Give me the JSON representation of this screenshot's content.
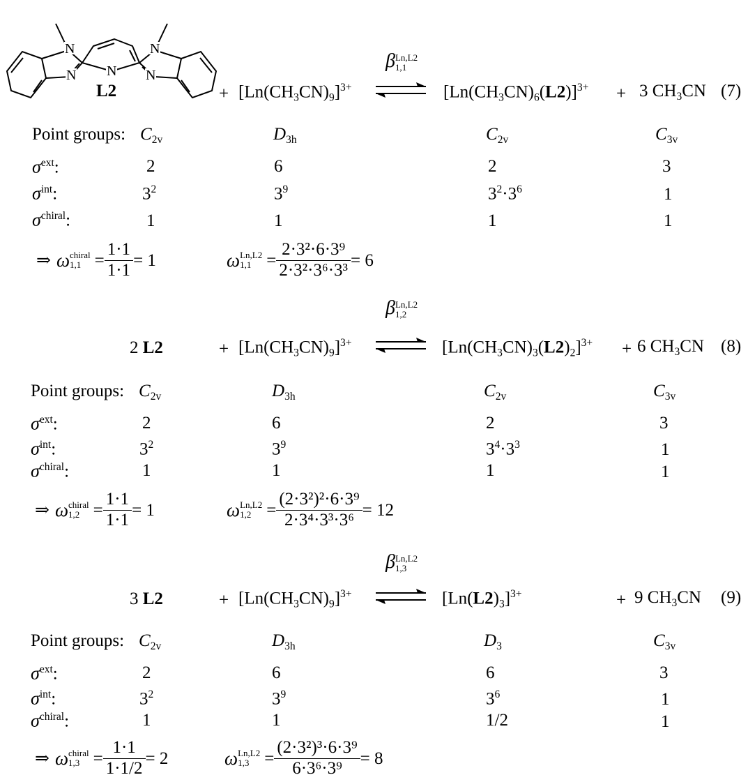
{
  "structure": {
    "ligand_label": "L2",
    "atom_n": "N",
    "methyl_mark": "",
    "atom_n_left_upper": "N",
    "atom_n_left_lower": "N",
    "atom_n_right_upper": "N",
    "atom_n_right_lower": "N"
  },
  "eq7": {
    "plus1": "+",
    "reagent": "[Ln(CH",
    "reagent_sub3": "3",
    "reagent_mid": "CN)",
    "reagent_sub9": "9",
    "reagent_close": "]",
    "reagent_charge": "3+",
    "beta_symbol": "β",
    "beta_sup": "Ln,L2",
    "beta_sub": "1,1",
    "product_a": "[Ln(CH",
    "product_sub3": "3",
    "product_b": "CN)",
    "product_sub6": "6",
    "product_c": "(",
    "product_ligand": "L2",
    "product_d": ")]",
    "product_charge": "3+",
    "plus2": "+",
    "byproduct_coef": "3 CH",
    "byproduct_sub": "3",
    "byproduct_end": "CN",
    "number": "(7)",
    "point_groups_label": "Point groups:",
    "pg": [
      {
        "main": "C",
        "sub": "2v"
      },
      {
        "main": "D",
        "sub": "3h"
      },
      {
        "main": "C",
        "sub": "2v"
      },
      {
        "main": "C",
        "sub": "3v"
      }
    ],
    "sigma_ext_label": "ext",
    "sigma_int_label": "int",
    "sigma_chiral_label": "chiral",
    "ext": [
      "2",
      "6",
      "2",
      "3"
    ],
    "int": [
      {
        "base": "3",
        "exp": "2"
      },
      {
        "base": "3",
        "exp": "9"
      },
      {
        "base": "3",
        "exp": "2",
        "dot": "·",
        "base2": "3",
        "exp2": "6"
      },
      {
        "base": "1",
        "exp": ""
      }
    ],
    "chiral": [
      "1",
      "1",
      "1",
      "1"
    ],
    "implies": "⇒",
    "omega_symbol": "ω",
    "omega_chiral_sup": "chiral",
    "omega_chiral_sub": "1,1",
    "omega_chiral_num": "1·1",
    "omega_chiral_den": "1·1",
    "omega_chiral_result": "= 1",
    "omega_sup": "Ln,L2",
    "omega_sub": "1,1",
    "omega_num": "2·3²·6·3⁹",
    "omega_den": "2·3²·3⁶·3³",
    "omega_result": "= 6"
  },
  "eq8": {
    "ligand_coef": "2",
    "ligand": "L2",
    "plus1": "+",
    "reagent": "[Ln(CH",
    "reagent_sub3": "3",
    "reagent_mid": "CN)",
    "reagent_sub9": "9",
    "reagent_close": "]",
    "reagent_charge": "3+",
    "beta_symbol": "β",
    "beta_sup": "Ln,L2",
    "beta_sub": "1,2",
    "product_a": "[Ln(CH",
    "product_sub3": "3",
    "product_b": "CN)",
    "product_sub3b": "3",
    "product_c": "(",
    "product_ligand": "L2",
    "product_d": ")",
    "product_sub2": "2",
    "product_e": "]",
    "product_charge": "3+",
    "plus2": "+",
    "byproduct_coef": "6 CH",
    "byproduct_sub": "3",
    "byproduct_end": "CN",
    "number": "(8)",
    "point_groups_label": "Point groups:",
    "pg": [
      {
        "main": "C",
        "sub": "2v"
      },
      {
        "main": "D",
        "sub": "3h"
      },
      {
        "main": "C",
        "sub": "2v"
      },
      {
        "main": "C",
        "sub": "3v"
      }
    ],
    "ext": [
      "2",
      "6",
      "2",
      "3"
    ],
    "int": [
      {
        "base": "3",
        "exp": "2"
      },
      {
        "base": "3",
        "exp": "9"
      },
      {
        "base": "3",
        "exp": "4",
        "dot": "·",
        "base2": "3",
        "exp2": "3"
      },
      {
        "base": "1",
        "exp": ""
      }
    ],
    "chiral": [
      "1",
      "1",
      "1",
      "1"
    ],
    "omega_chiral_sub": "1,2",
    "omega_chiral_num": "1·1",
    "omega_chiral_den": "1·1",
    "omega_chiral_result": "= 1",
    "omega_sub": "1,2",
    "omega_num": "(2·3²)²·6·3⁹",
    "omega_den": "2·3⁴·3³·3⁶",
    "omega_result": "= 12"
  },
  "eq9": {
    "ligand_coef": "3",
    "ligand": "L2",
    "plus1": "+",
    "reagent": "[Ln(CH",
    "reagent_sub3": "3",
    "reagent_mid": "CN)",
    "reagent_sub9": "9",
    "reagent_close": "]",
    "reagent_charge": "3+",
    "beta_symbol": "β",
    "beta_sup": "Ln,L2",
    "beta_sub": "1,3",
    "product_a": "[Ln(",
    "product_ligand": "L2",
    "product_b": ")",
    "product_sub3": "3",
    "product_c": "]",
    "product_charge": "3+",
    "plus2": "+",
    "byproduct_coef": "9 CH",
    "byproduct_sub": "3",
    "byproduct_end": "CN",
    "number": "(9)",
    "point_groups_label": "Point groups:",
    "pg": [
      {
        "main": "C",
        "sub": "2v"
      },
      {
        "main": "D",
        "sub": "3h"
      },
      {
        "main": "D",
        "sub": "3"
      },
      {
        "main": "C",
        "sub": "3v"
      }
    ],
    "ext": [
      "2",
      "6",
      "6",
      "3"
    ],
    "int": [
      {
        "base": "3",
        "exp": "2"
      },
      {
        "base": "3",
        "exp": "9"
      },
      {
        "base": "3",
        "exp": "6"
      },
      {
        "base": "1",
        "exp": ""
      }
    ],
    "chiral": [
      "1",
      "1",
      "1/2",
      "1"
    ],
    "omega_chiral_sub": "1,3",
    "omega_chiral_num": "1·1",
    "omega_chiral_den": "1·1/2",
    "omega_chiral_result": "= 2",
    "omega_sub": "1,3",
    "omega_num": "(2·3²)³·6·3⁹",
    "omega_den": "6·3⁶·3⁹",
    "omega_result": "= 8"
  }
}
